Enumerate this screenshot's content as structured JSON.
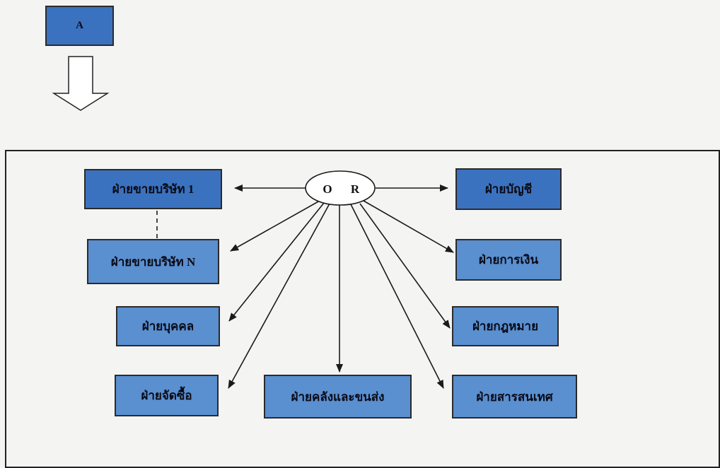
{
  "top_node": {
    "label": "A"
  },
  "hub": {
    "label_o": "O",
    "label_r": "R"
  },
  "departments": {
    "sales_1": "ฝ่ายขายบริษัท 1",
    "sales_n": "ฝ่ายขายบริษัท N",
    "personnel": "ฝ่ายบุคคล",
    "purchasing": "ฝ่ายจัดซื้อ",
    "warehouse_shipping": "ฝ่ายคลังและขนส่ง",
    "accounting": "ฝ่ายบัญชี",
    "finance": "ฝ่ายการเงิน",
    "legal": "ฝ่ายกฎหมาย",
    "it": "ฝ่ายสารสนเทศ"
  },
  "colors": {
    "box_dark": "#3a72bf",
    "box_light": "#5a8fd0",
    "line": "#1a1a1a"
  }
}
